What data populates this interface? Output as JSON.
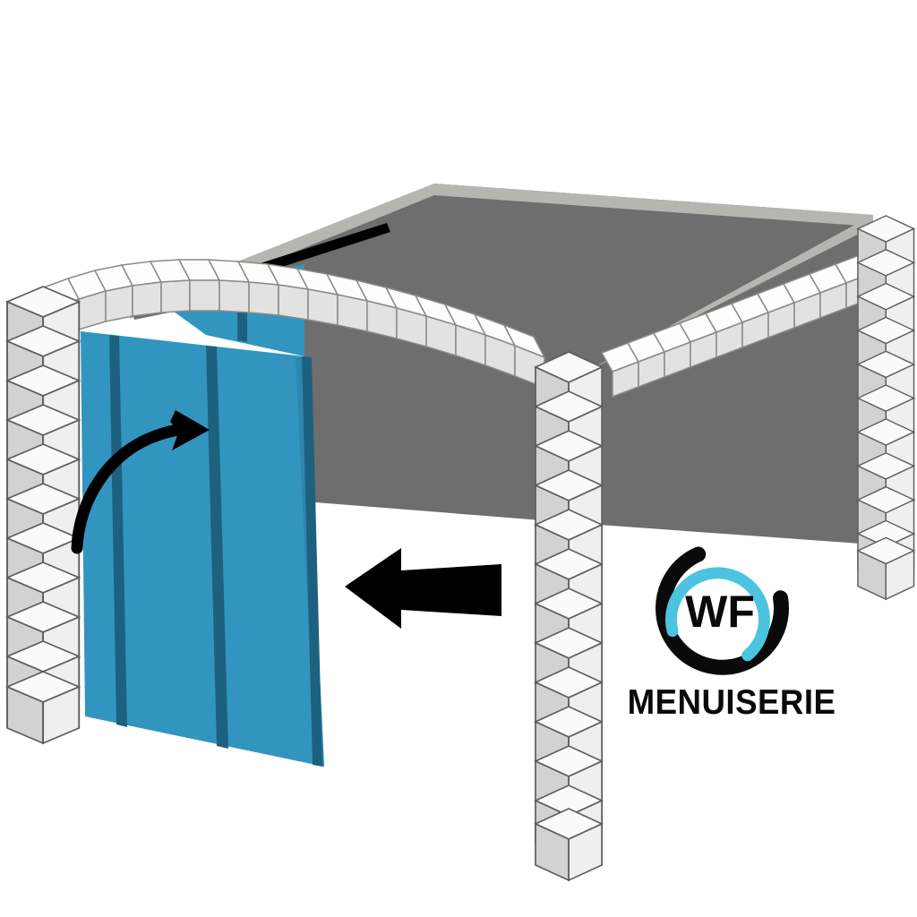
{
  "illustration": {
    "title": "Carport avec porte coulissante",
    "type": "3d-architectural-diagram",
    "background_color": "#ffffff",
    "elements": {
      "roof": {
        "name": "roof-slab",
        "top_face_color": "#b3b6b1",
        "underside_color": "#6e6e6e",
        "apex_label": "roof-apex"
      },
      "back_wall": {
        "name": "back-wall",
        "color": "#6e6e6e"
      },
      "side_wall": {
        "name": "right-side-wall",
        "color": "#6e6e6e"
      },
      "sliding_door": {
        "name": "sliding-door-panel",
        "face_color": "#3295c0",
        "shadow_color": "#2d86ae",
        "stile_color": "#1d617f",
        "panel_count": 3,
        "state": "ouverte"
      },
      "door_rail": {
        "name": "sliding-door-rail",
        "color": "#000000"
      },
      "pillars": [
        {
          "name": "pillar-left",
          "blocks": 11,
          "light": "#f0f0f0",
          "dark": "#d2d2d2"
        },
        {
          "name": "pillar-front-center",
          "blocks": 13,
          "light": "#eeeeee",
          "dark": "#d0d0d0"
        },
        {
          "name": "pillar-right-rear",
          "blocks": 11,
          "light": "#f0f0f0",
          "dark": "#d2d2d2"
        }
      ],
      "lintels": [
        {
          "name": "lintel-front-left",
          "blocks": 16
        },
        {
          "name": "lintel-front-right",
          "blocks": 13
        }
      ],
      "arrows": [
        {
          "name": "sliding-direction-arrow",
          "shape": "straight-left",
          "color": "#000000",
          "meaning": "sens de coulissement"
        },
        {
          "name": "opening-curve-arrow",
          "shape": "curved-up-right",
          "color": "#000000",
          "meaning": "sens d'ouverture"
        }
      ]
    }
  },
  "logo": {
    "brand_initials": "WF",
    "brand_word": "MENUISERIE",
    "ring_outer_color": "#0a0a0a",
    "ring_inner_color": "#4cc3e0",
    "text_color": "#0a0a0a"
  }
}
